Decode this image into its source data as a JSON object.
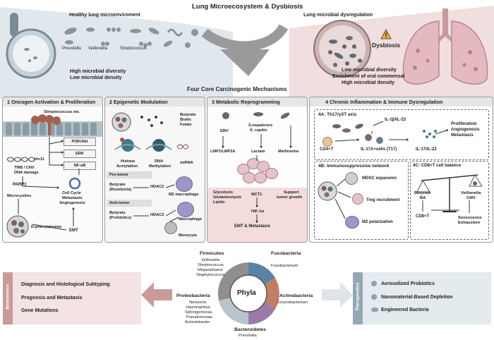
{
  "header": {
    "title": "Lung Microecosystem & Dysbiosis",
    "healthy_title": "Healthy lung microenviroment",
    "dysregulation_title": "Lung microbial dysregulation",
    "healthy_bacteria": [
      "Prevotella",
      "Veillonella",
      "Streptococcus"
    ],
    "healthy_features": [
      "High microbial diversity",
      "Low microbial density"
    ],
    "dysbiosis_label": "Dysbiosis",
    "dysbiosis_features": [
      "Low microbial diversity",
      "Enrichment of oral commensal",
      "High microbial density"
    ]
  },
  "mechanisms_title": "Four Core Carcinogenic Mechanisms",
  "panel1": {
    "title": "1 Oncogen Activation & Proliferation",
    "bacteria": "Streptococcus etc.",
    "pathways": [
      "PI3K/Akt",
      "ERK",
      "NF-κB"
    ],
    "chr11": "chr11",
    "tmb": "TMB / CNV",
    "dna_damage": "DNA damage",
    "parp1": "PARP1",
    "microcystins": "Microcystins",
    "cell_cycle": [
      "Cell Cycle",
      "Metastasis",
      "Angiogenesis"
    ],
    "d_phe": "D-phenylalanine",
    "emt": "EMT"
  },
  "panel2": {
    "title": "2 Epigenetic Modulation",
    "metabolites": [
      "Butyrate",
      "Biotin",
      "Folate"
    ],
    "histone": [
      "Histone",
      "Acetylation"
    ],
    "dna_methylation": [
      "DNA",
      "Methylation"
    ],
    "mirna": "miRNA",
    "pro_tumor": "Pro-tumor",
    "butyrate_roseburia": [
      "Butyrate",
      "(Roseburia)"
    ],
    "hdac2": "HDAC2",
    "m2_macrophage": "M2 macrophage",
    "anti_tumor": "Anti-tumor",
    "butyrate_probiotics": [
      "Butyrate",
      "(Probiotics)"
    ],
    "hdac3": "HDAC3",
    "macrophage": "Macrophage",
    "monocyte": "Monocyte"
  },
  "panel3": {
    "title": "3 Metabolic Reprogramming",
    "ebv": "EBV",
    "s_species": [
      "S.nepalensis",
      "S. capitis"
    ],
    "lmp": "LMP1/LMP2A",
    "lactate": "Lactate",
    "methionine": "Methionine",
    "glycolysis": [
      "Glycolysis",
      "Glutaminolysis",
      "Lipids"
    ],
    "mct1": "MCT1",
    "support": [
      "Support",
      "tumor growth"
    ],
    "hif": "HIF-1α",
    "emt_met": "EMT & Metastasis"
  },
  "panel4": {
    "title": "4 Chronic Inflammation &  Immune Dysregulation",
    "a_title": "4A: Th17/γδT axis",
    "il1b": "IL-1β/IL-23",
    "cd4": "CD4+T",
    "il17a": "IL-17A+cells (T17)",
    "il17": "IL-17/IL-22",
    "outcomes": [
      "Proliferation",
      "Angiogenesis",
      "Metastasis"
    ],
    "b_title": "4B: Immunosuppressive network",
    "mdsc": "MDSC expansion",
    "treg": "Treg recruitment",
    "m2": "M2 polarization",
    "c_title": "4C: CD8+T cell balance",
    "butyrate_ba": [
      "Butyrate",
      "BA"
    ],
    "veillonella_cmv": [
      "Veillonella",
      "CMV"
    ],
    "cd8": "CD8+T",
    "senescence": [
      "Senescence",
      "Exhaustion"
    ]
  },
  "biomarkers": {
    "label": "Biomarkers",
    "items": [
      "Diagnosis and Histological Subtyping",
      "Prognosis and Metastasis",
      "Gene Mutations"
    ]
  },
  "phyla": {
    "center": "Phyla",
    "firmicutes": {
      "name": "Firmicutes",
      "genera": [
        "Veillonella",
        "Streptococcus",
        "Megasphaera",
        "Staphylococcus"
      ]
    },
    "fusobacteria": {
      "name": "Fusobacteria",
      "genera": [
        "Fusobacterium"
      ]
    },
    "proteobacteria": {
      "name": "Proteobacteria",
      "genera": [
        "Neisseria",
        "Haemophilus",
        "Sphingomonas",
        "Pseudomonas",
        "Acinetobacter"
      ]
    },
    "actinobacteria": {
      "name": "Actinobacteria",
      "genera": [
        "Corynebacterium"
      ]
    },
    "bacteroidetes": {
      "name": "Bacteroidetes",
      "genera": [
        "Prevotella"
      ]
    }
  },
  "therapeutics": {
    "label": "Therapeutics",
    "items": [
      "Aerosolized Probiotics",
      "Nanomaterial-Based Depletion",
      "Engineered Bacteria"
    ]
  },
  "colors": {
    "pink": "#f3dcdc",
    "teal": "#dde8ea",
    "biomarker": "#c99a9a",
    "therapeutic": "#93a8b2",
    "purple": "#a19bc9",
    "cell_pink": "#e0b7bd"
  }
}
